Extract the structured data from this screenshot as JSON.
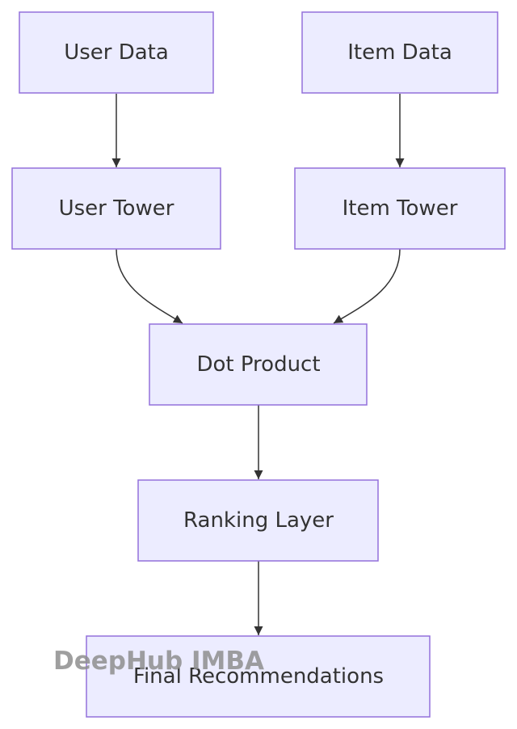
{
  "diagram": {
    "nodes": {
      "user_data": "User Data",
      "item_data": "Item Data",
      "user_tower": "User Tower",
      "item_tower": "Item Tower",
      "dot_product": "Dot Product",
      "ranking_layer": "Ranking Layer",
      "final_recommendations": "Final Recommendations"
    },
    "edges": [
      {
        "from": "User Data",
        "to": "User Tower"
      },
      {
        "from": "Item Data",
        "to": "Item Tower"
      },
      {
        "from": "User Tower",
        "to": "Dot Product"
      },
      {
        "from": "Item Tower",
        "to": "Dot Product"
      },
      {
        "from": "Dot Product",
        "to": "Ranking Layer"
      },
      {
        "from": "Ranking Layer",
        "to": "Final Recommendations"
      }
    ],
    "colors": {
      "node_fill": "#ECECFF",
      "node_stroke": "#9370DB",
      "edge": "#333333",
      "text": "#333333"
    }
  },
  "watermark": "DeepHub IMBA"
}
